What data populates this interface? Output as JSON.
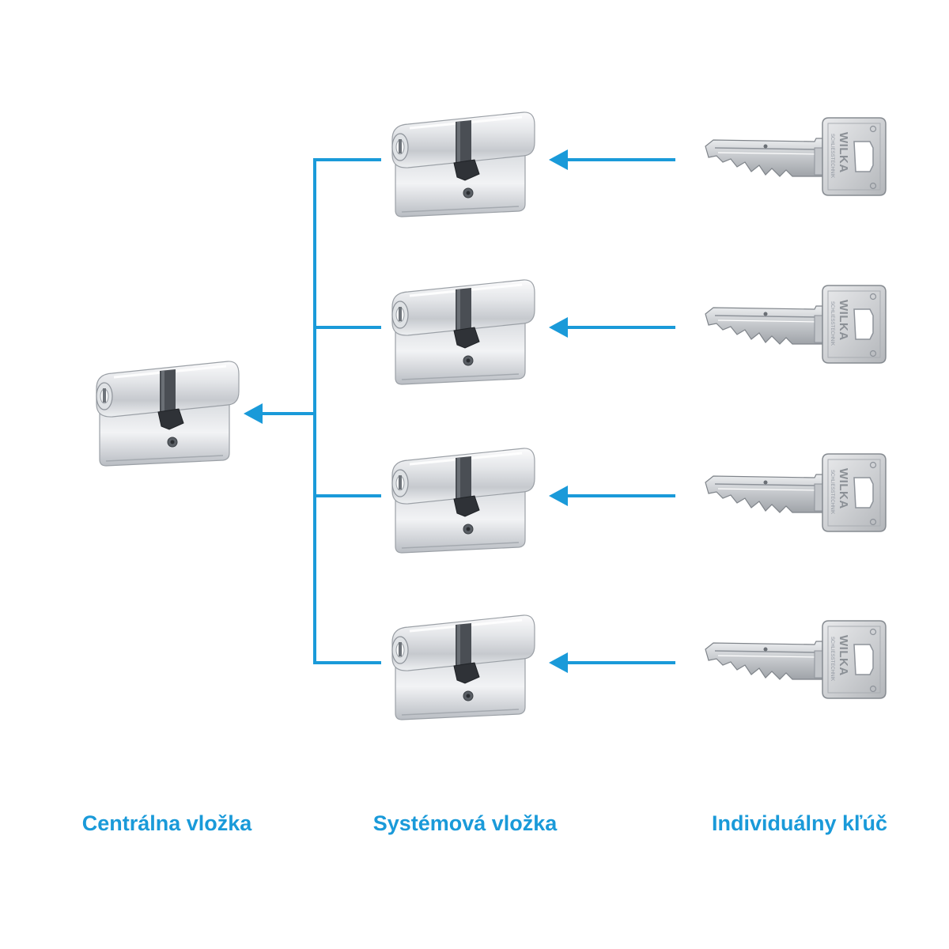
{
  "colors": {
    "accent": "#1a9ad9",
    "background": "#ffffff",
    "metal_light": "#f4f5f7",
    "metal_mid": "#c9ccd1",
    "metal_dark": "#8e939a",
    "cam_dark": "#3d4146"
  },
  "labels": {
    "central": "Centrálna vložka",
    "system": "Systémová vložka",
    "key": "Individuálny kľúč"
  },
  "brand": {
    "key_logo_text": "WILKA",
    "key_sub_text": "SCHLIESSTECHNIK"
  },
  "structure": {
    "system_cylinder_count": 4,
    "key_count": 4
  },
  "icons": {
    "cylinder": "lock-cylinder-icon",
    "key": "key-icon",
    "arrow": "arrow-left-icon"
  }
}
